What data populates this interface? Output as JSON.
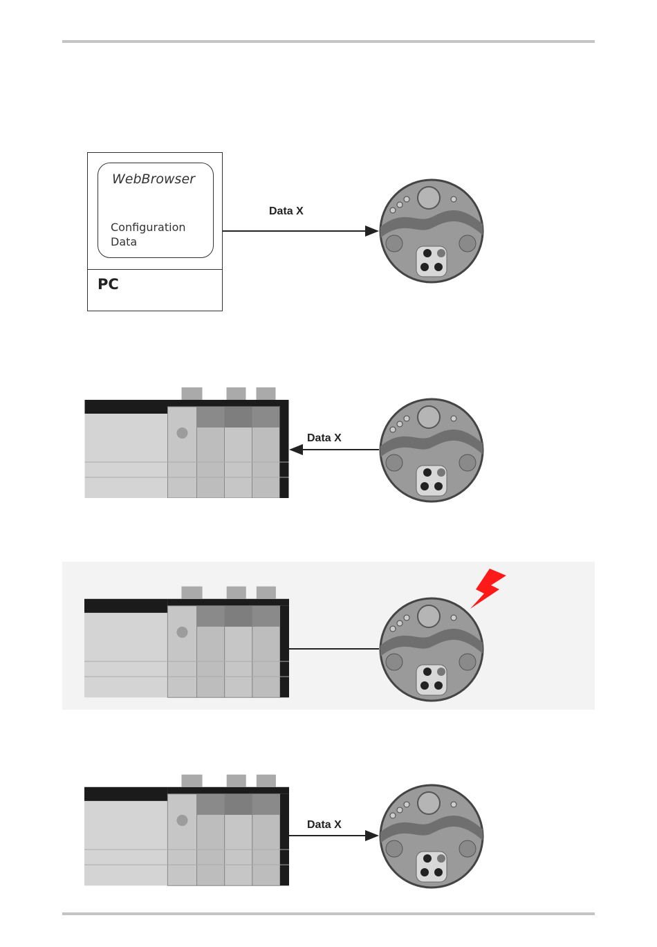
{
  "diagram": {
    "pc": {
      "browser_title": "WebBrowser",
      "browser_text_line1": "Configuration",
      "browser_text_line2": "Data",
      "label": "PC"
    },
    "scenarios": [
      {
        "arrow_label": "Data X",
        "direction": "to-device"
      },
      {
        "arrow_label": "Data X",
        "direction": "to-plc"
      },
      {
        "arrow_label": "",
        "direction": "none",
        "fault": true
      },
      {
        "arrow_label": "Data X",
        "direction": "to-device"
      }
    ],
    "colors": {
      "lightning": "#ff1a1a",
      "device": "#9a9a9a",
      "plc": "#cfcfcf",
      "line": "#222222"
    }
  }
}
